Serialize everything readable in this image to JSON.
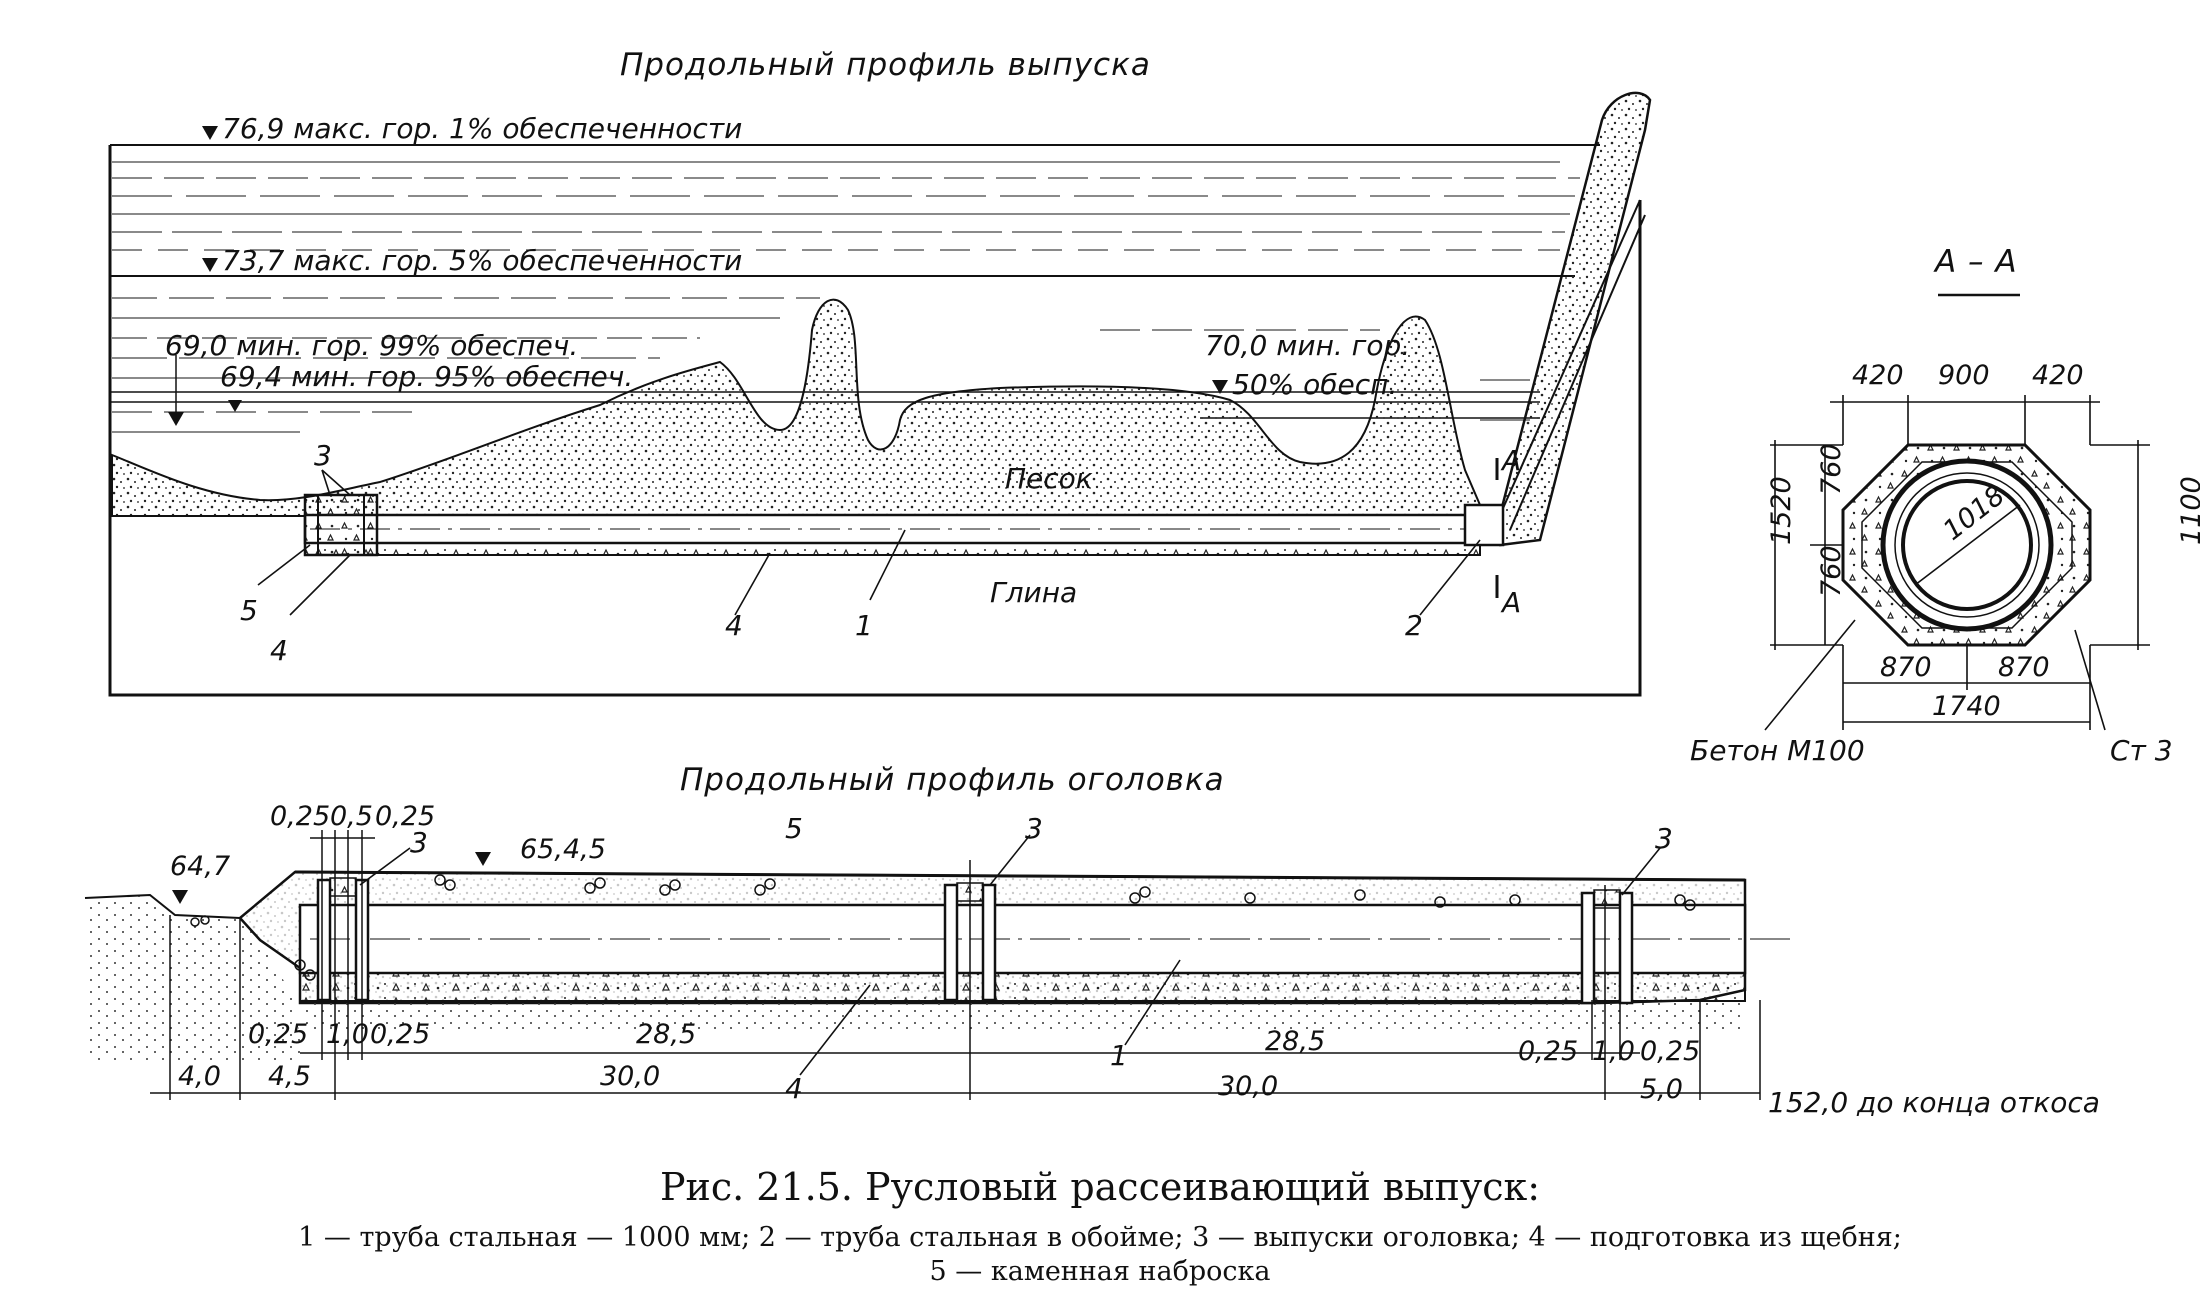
{
  "profile_title": "Продольный профиль выпуска",
  "levels": [
    "76,9 макс. гор. 1% обеспеченности",
    "73,7 макс. гор. 5% обеспеченности",
    "69,0 мин. гор. 99% обеспеч.",
    "69,4 мин. гор. 95% обеспеч.",
    "70,0 мин. гор.",
    "50% обесп."
  ],
  "soil_labels": {
    "sand": "Песок",
    "clay": "Глина"
  },
  "profile_callouts": [
    "3",
    "5",
    "4",
    "4",
    "1",
    "2",
    "А",
    "А"
  ],
  "section": {
    "title": "А – А",
    "top_dims": [
      "420",
      "900",
      "420"
    ],
    "diameter": "1018",
    "left_dims": [
      "1520",
      "760",
      "760"
    ],
    "right_dim": "1100",
    "bottom_dims": [
      "870",
      "870"
    ],
    "total_width": "1740",
    "concrete_label": "Бетон М100",
    "steel_label": "Ст 3"
  },
  "head_title": "Продольный профиль оголовка",
  "head": {
    "top_dims": [
      "0,25",
      "0,5",
      "0,25"
    ],
    "levels": [
      "64,7",
      "65,4,5"
    ],
    "callouts": [
      "3",
      "5",
      "3",
      "3",
      "4",
      "1"
    ],
    "dims_row1": [
      "0,25",
      "1,0",
      "0,25",
      "28,5",
      "28,5",
      "0,25",
      "1,0",
      "0,25"
    ],
    "dims_row2": [
      "4,0",
      "4,5",
      "30,0",
      "30,0",
      "5,0"
    ],
    "end_note": "152,0 до конца откоса"
  },
  "caption": {
    "title": "Рис. 21.5. Русловый рассеивающий выпуск:",
    "legend_line1": "1 — труба стальная — 1000 мм; 2 — труба стальная в обойме; 3 — выпуски оголовка; 4 — подготовка из щебня;",
    "legend_line2": "5 — каменная наброска"
  }
}
